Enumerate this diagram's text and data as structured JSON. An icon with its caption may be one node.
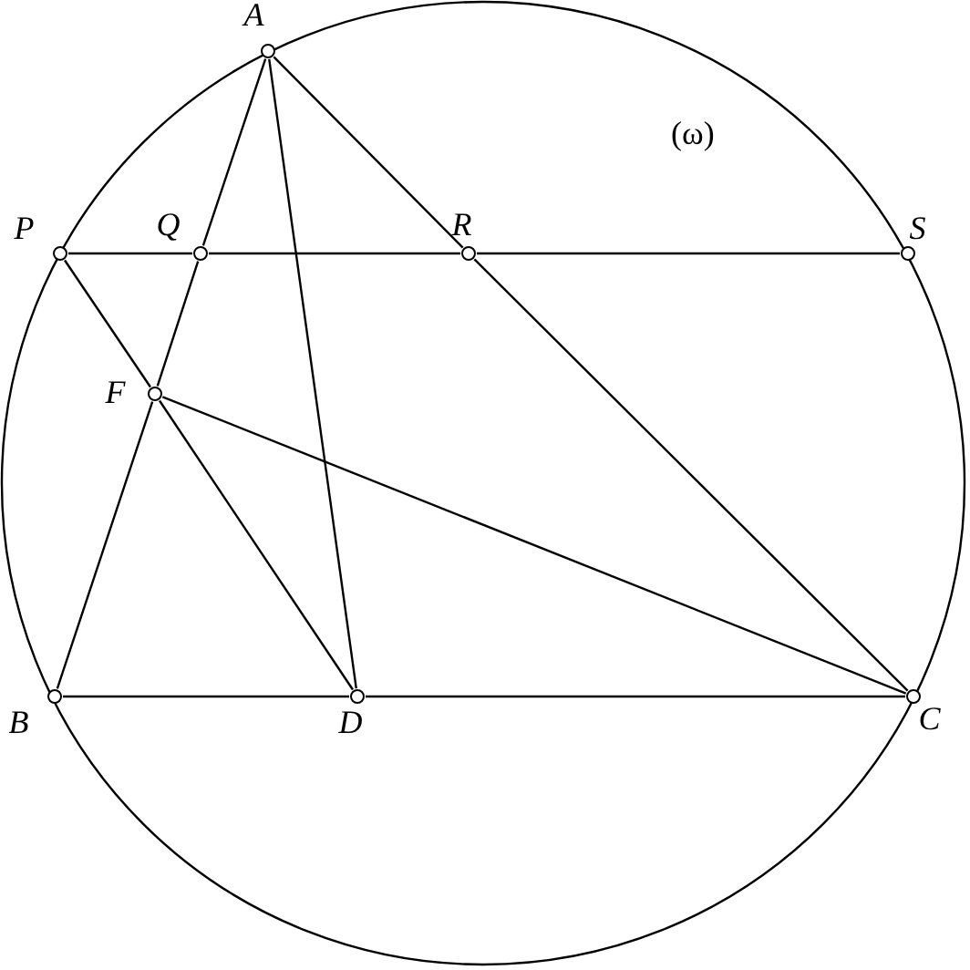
{
  "diagram": {
    "nodes": [
      {
        "text": [
          "A"
        ]
      },
      {
        "text": [
          "P"
        ]
      },
      {
        "text": [
          "Q"
        ]
      },
      {
        "text": [
          "R"
        ]
      },
      {
        "text": [
          "S"
        ]
      },
      {
        "text": [
          "F"
        ]
      },
      {
        "text": [
          "B"
        ]
      },
      {
        "text": [
          "D"
        ]
      },
      {
        "text": [
          "C"
        ]
      }
    ],
    "edges": [
      {
        "from": 0,
        "to": 2,
        "arrow": "none"
      },
      {
        "from": 2,
        "to": 5,
        "arrow": "none"
      },
      {
        "from": 5,
        "to": 6,
        "arrow": "none"
      },
      {
        "from": 0,
        "to": 7,
        "arrow": "none"
      },
      {
        "from": 0,
        "to": 3,
        "arrow": "none"
      },
      {
        "from": 3,
        "to": 8,
        "arrow": "none"
      },
      {
        "from": 1,
        "to": 2,
        "arrow": "none"
      },
      {
        "from": 2,
        "to": 3,
        "arrow": "none"
      },
      {
        "from": 3,
        "to": 4,
        "arrow": "none"
      },
      {
        "from": 1,
        "to": 5,
        "arrow": "none"
      },
      {
        "from": 5,
        "to": 7,
        "arrow": "none"
      },
      {
        "from": 5,
        "to": 8,
        "arrow": "none"
      },
      {
        "from": 6,
        "to": 7,
        "arrow": "none"
      },
      {
        "from": 7,
        "to": 8,
        "arrow": "none"
      }
    ],
    "labels": [
      "(ω)"
    ]
  }
}
